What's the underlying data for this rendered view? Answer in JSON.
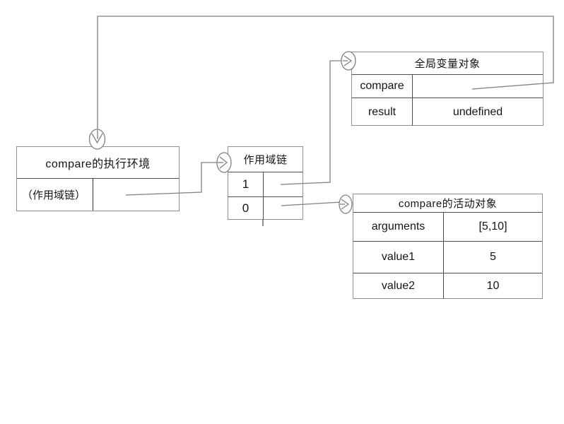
{
  "diagram": {
    "exec_env": {
      "title": "compare的执行环境",
      "row_label": "（作用域链）"
    },
    "scope_chain": {
      "title": "作用域链",
      "rows": [
        "1",
        "0"
      ]
    },
    "global_object": {
      "title": "全局变量对象",
      "rows": [
        {
          "key": "compare",
          "value": ""
        },
        {
          "key": "result",
          "value": "undefined"
        }
      ]
    },
    "activation_object": {
      "title": "compare的活动对象",
      "rows": [
        {
          "key": "arguments",
          "value": "[5,10]"
        },
        {
          "key": "value1",
          "value": "5"
        },
        {
          "key": "value2",
          "value": "10"
        }
      ]
    },
    "icons": {
      "down_arrow": "arrow-circle-down",
      "right_arrow": "arrow-circle-right"
    },
    "colors": {
      "connector_line": "#808080",
      "box_border": "#8f8f8f",
      "inner_divider": "#4d4d4d",
      "text": "#111111",
      "background": "#ffffff"
    }
  }
}
